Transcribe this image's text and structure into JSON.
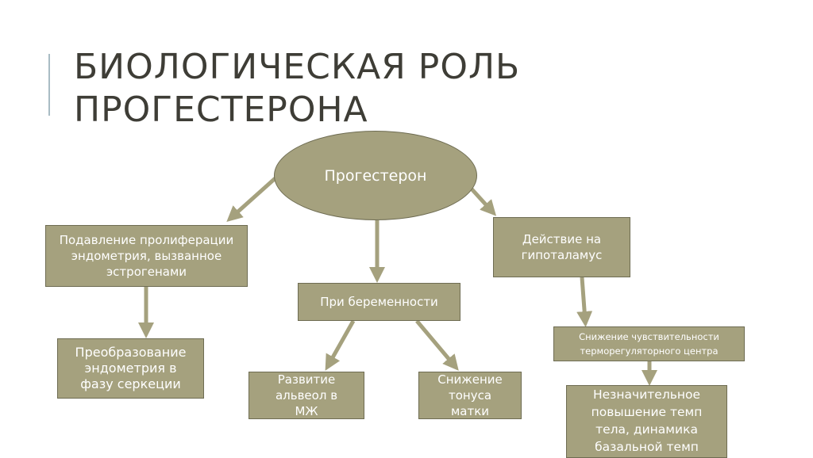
{
  "title": {
    "line1": "БИОЛОГИЧЕСКАЯ РОЛЬ",
    "line2": "ПРОГЕСТЕРОНА"
  },
  "colors": {
    "node_fill": "#a5a17e",
    "node_border": "#6e6c52",
    "arrow": "#a5a17e",
    "title": "#3e3d36"
  },
  "diagram": {
    "root": "Прогестерон",
    "nodes": {
      "suppression": "Подавление пролиферации эндометрия, вызванное эстрогенами",
      "transformation": "Преобразование эндометрия в фазу серкеции",
      "pregnancy": "При беременности",
      "alveoli": "Развитие альвеол в МЖ",
      "tone": "Снижение тонуса матки",
      "hypothalamus": "Действие на гипоталамус",
      "sensitivity": "Снижение чувствительности терморегуляторного центра",
      "temperature": "Незначительное повышение темп тела, динамика базальной темп"
    }
  }
}
